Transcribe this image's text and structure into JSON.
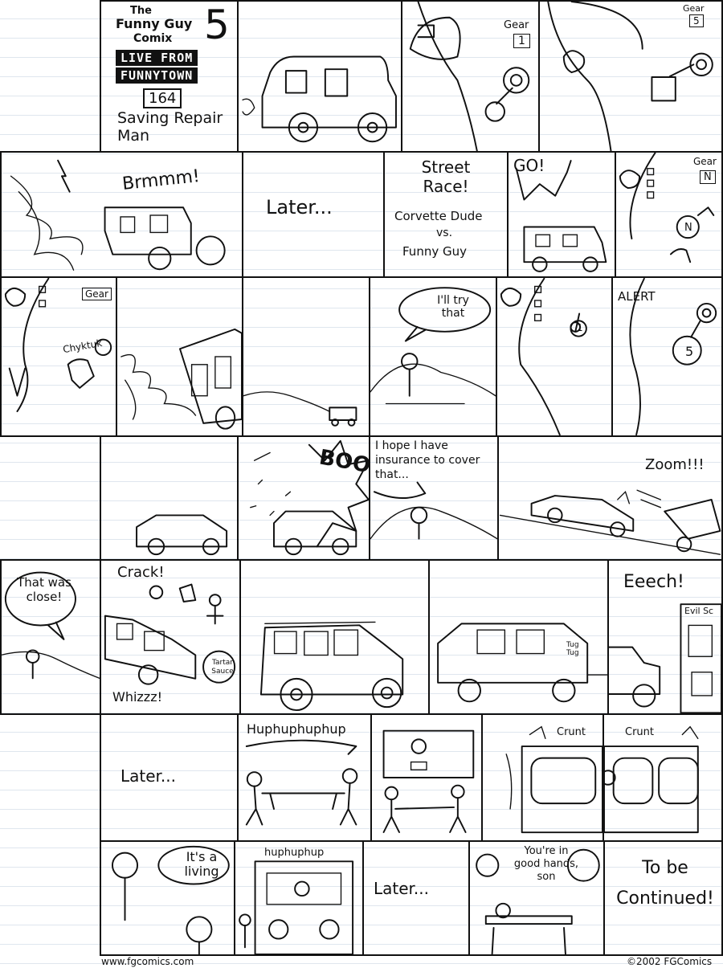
{
  "title": {
    "series_line1": "The",
    "series_line2": "Funny Guy",
    "series_line3": "Comix",
    "volume": "5",
    "banner1": "LIVE FROM",
    "banner2": "FUNNYTOWN",
    "issue": "164",
    "episode": "Saving Repair Man"
  },
  "row1": {
    "gear1_label": "Gear",
    "gear1_value": "1",
    "gear2_label": "Gear",
    "gear2_value": "5"
  },
  "row2": {
    "sfx_brmmm": "Brmmm!",
    "later": "Later...",
    "race_title": "Street Race!",
    "race_line1": "Corvette Dude",
    "race_line2": "vs.",
    "race_line3": "Funny Guy",
    "go": "GO!",
    "gear_label": "Gear",
    "gear_value": "N",
    "knob_value": "N"
  },
  "row3": {
    "gear_label": "Gear",
    "sfx_chyktuk": "Chyktuk",
    "speech_try": "I'll try that",
    "knob1": "1",
    "alert": "ALERT",
    "knob5": "5"
  },
  "row4": {
    "sfx_boom": "BOOM",
    "speech_insurance": "I hope I have insurance to cover that...",
    "sfx_zoom": "Zoom!!!"
  },
  "row5": {
    "speech_close": "That was close!",
    "sfx_crack": "Crack!",
    "sfx_whizz": "Whizzz!",
    "tartar": "Tartar Sauce",
    "tug": "Tug Tug",
    "sfx_eeech": "Eeech!",
    "sign": "Evil Sc"
  },
  "row6": {
    "later": "Later...",
    "huphup": "Huphuphuphup",
    "crunt1": "Crunt",
    "crunt2": "Crunt"
  },
  "row7": {
    "speech_living": "It's a living",
    "huphup": "huphuphup",
    "later": "Later...",
    "speech_hands": "You're in good hands, son",
    "tbc": "To be Continued!"
  },
  "footer": {
    "url": "www.fgcomics.com",
    "copyright": "©2002 FGComics"
  }
}
